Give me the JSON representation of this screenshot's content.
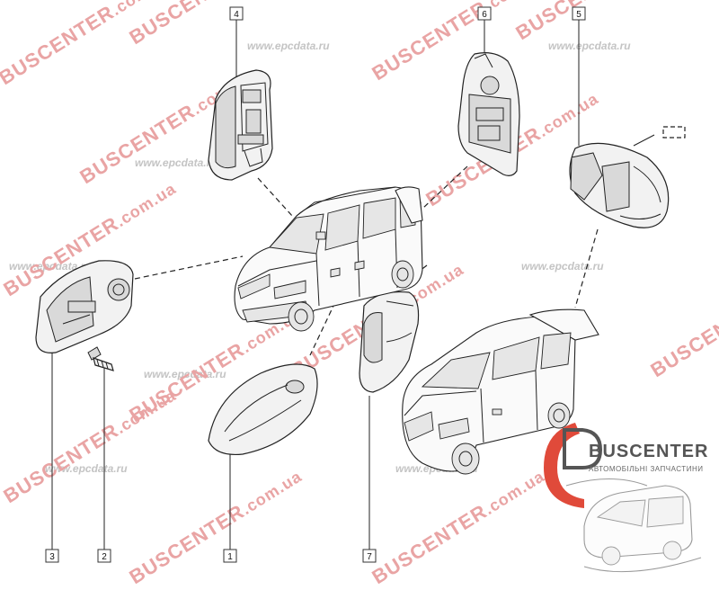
{
  "callouts": {
    "c1": "1",
    "c2": "2",
    "c3": "3",
    "c4": "4",
    "c5": "5",
    "c6": "6",
    "c7": "7"
  },
  "watermarks": {
    "brand": "BUSCENTER",
    "domain": ".com.ua",
    "site": "www.epcdata.ru"
  },
  "logo": {
    "name": "BUSCENTER",
    "subtitle": "АВТОМОБІЛЬНІ ЗАПЧАСТИНИ"
  }
}
